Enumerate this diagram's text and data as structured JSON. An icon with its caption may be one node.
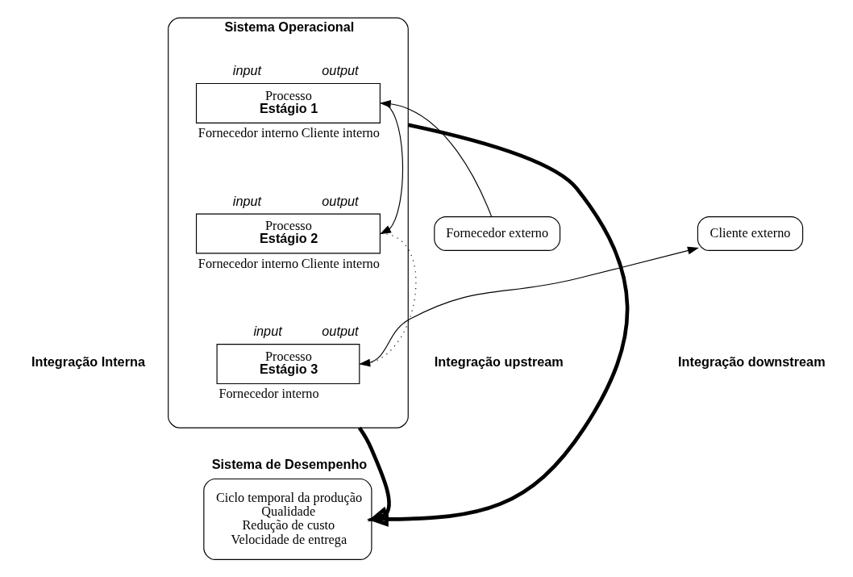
{
  "diagram": {
    "nodes": [
      {
        "text": [
          "Sistema Operacional"
        ]
      },
      {
        "text": [
          "Fornecedor externo"
        ]
      },
      {
        "text": [
          "Processo",
          "Estágio 1"
        ],
        "in": 0,
        "beside": [
          "input",
          "output",
          "Fornecedor interno",
          "Cliente interno"
        ]
      },
      {
        "text": [
          "Processo",
          "Estágio 2"
        ],
        "in": 0,
        "beside": [
          "input",
          "output",
          "Fornecedor interno",
          "Cliente interno"
        ]
      },
      {
        "text": [
          "Processo",
          "Estágio 3"
        ],
        "in": 0,
        "beside": [
          "input",
          "output",
          "Fornecedor interno"
        ]
      },
      {
        "text": [
          "Cliente externo"
        ]
      },
      {
        "text": [
          "Sistema de Desempenho",
          "Ciclo temporal da produção",
          "Qualidade",
          "Redução de custo",
          "Velocidade de entrega"
        ]
      }
    ],
    "edges": [
      {
        "from": 1,
        "to": 2,
        "arrow": "to"
      },
      {
        "from": 2,
        "to": 3,
        "arrow": "to"
      },
      {
        "from": 3,
        "to": 4,
        "arrow": "to",
        "style": "dashed"
      },
      {
        "from": 4,
        "to": 5,
        "arrow": "to"
      },
      {
        "from": 0,
        "to": 6,
        "arrow": "to",
        "style": "thick"
      },
      {
        "from": 0,
        "to": 6,
        "arrow": "to",
        "style": "thick"
      }
    ],
    "labels": [
      "Integração upstream",
      "Integração Interna",
      "Integração downstream"
    ]
  }
}
